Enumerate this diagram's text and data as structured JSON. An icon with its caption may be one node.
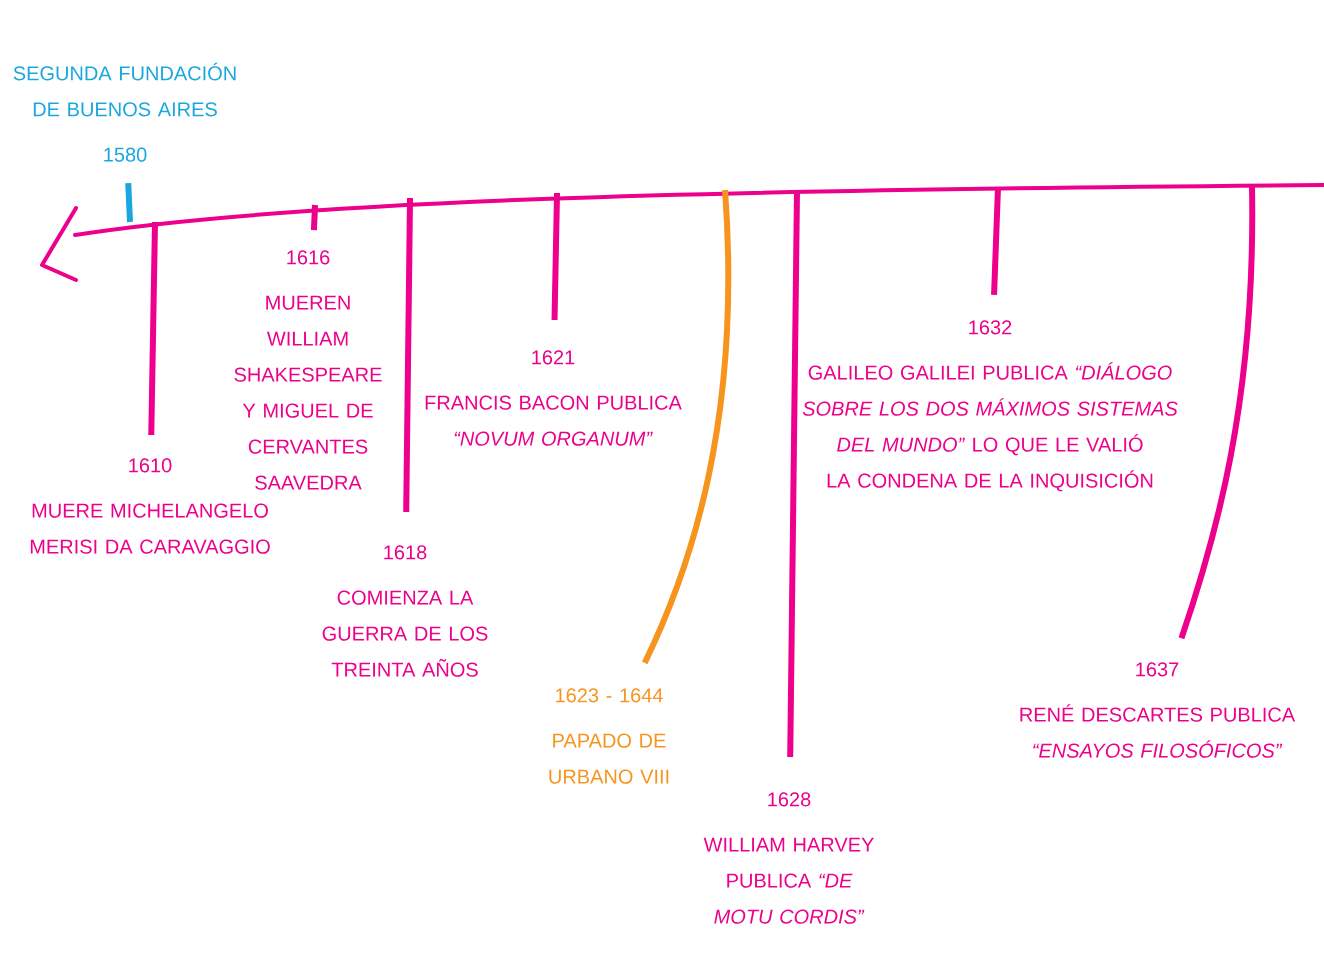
{
  "diagram": {
    "nodes": [
      {
        "text": [
          "SEGUNDA FUNDACIÓN DE BUENOS AIRES",
          "1580"
        ]
      },
      {
        "text": [
          "1610",
          "MUERE MICHELANGELO MERISI DA CARAVAGGIO"
        ]
      },
      {
        "text": [
          "1616",
          "MUEREN WILLIAM SHAKESPEARE Y MIGUEL DE CERVANTES SAAVEDRA"
        ]
      },
      {
        "text": [
          "1618",
          "COMIENZA LA GUERRA DE LOS TREINTA AÑOS"
        ]
      },
      {
        "text": [
          "1621",
          "FRANCIS BACON PUBLICA *“NOVUM ORGANUM”*"
        ]
      },
      {
        "text": [
          "1623 - 1644",
          "PAPADO DE URBANO VIII"
        ]
      },
      {
        "text": [
          "1628",
          "WILLIAM HARVEY PUBLICA *“DE MOTU CORDIS”*"
        ]
      },
      {
        "text": [
          "1632",
          "GALILEO GALILEI PUBLICA *“DIÁLOGO SOBRE LOS DOS MÁXIMOS SISTEMAS DEL MUNDO”* LO QUE LE VALIÓ LA CONDENA DE LA INQUISICIÓN"
        ]
      },
      {
        "text": [
          "1637",
          "RENÉ DESCARTES PUBLICA *“ENSAYOS FILOSÓFICOS”*"
        ]
      }
    ],
    "edges": [
      {
        "from": null,
        "to": 0,
        "arrow": "none",
        "color": "#1aa7e0"
      },
      {
        "from": null,
        "to": 1,
        "arrow": "none"
      },
      {
        "from": null,
        "to": 2,
        "arrow": "none"
      },
      {
        "from": null,
        "to": 3,
        "arrow": "none"
      },
      {
        "from": null,
        "to": 4,
        "arrow": "none"
      },
      {
        "from": null,
        "to": 5,
        "arrow": "none",
        "color": "#f7941d"
      },
      {
        "from": null,
        "to": 6,
        "arrow": "none"
      },
      {
        "from": null,
        "to": 7,
        "arrow": "none"
      },
      {
        "from": null,
        "to": 8,
        "arrow": "none"
      }
    ]
  }
}
